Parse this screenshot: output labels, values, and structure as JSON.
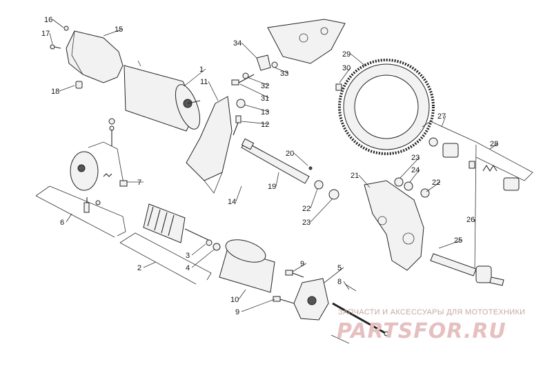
{
  "callouts": [
    "1",
    "2",
    "3",
    "4",
    "5",
    "6",
    "7",
    "8",
    "9",
    "9",
    "10",
    "11",
    "12",
    "13",
    "14",
    "15",
    "16",
    "17",
    "18",
    "19",
    "20",
    "21",
    "22",
    "22",
    "23",
    "23",
    "24",
    "25",
    "26",
    "27",
    "28",
    "29",
    "30",
    "31",
    "32",
    "33",
    "34"
  ],
  "watermark": {
    "tagline": "ЗАПЧАСТИ И АКСЕССУАРЫ ДЛЯ МОТОТЕХНИКИ",
    "logo": "PARTSFOR.RU"
  }
}
